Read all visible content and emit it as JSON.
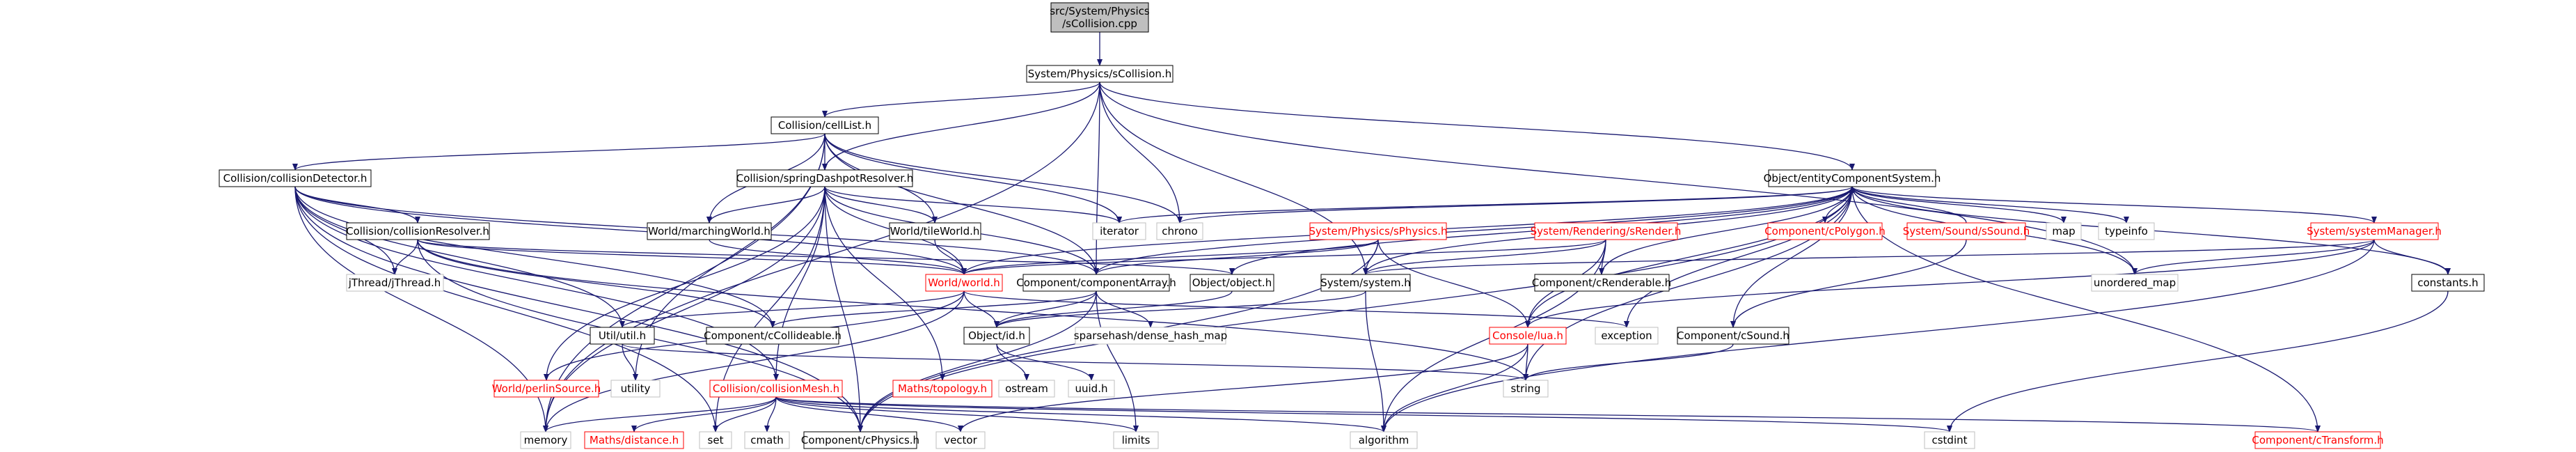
{
  "graph": {
    "title": "src/System/Physics/sCollision.cpp",
    "colors": {
      "root_fill": "#bfbfbf",
      "node_fill": "#ffffff",
      "node_stroke": "#000000",
      "missing_stroke": "#bfbfbf",
      "link_text": "#000000",
      "red_text": "#ff0000",
      "edge": "#191970"
    },
    "nodes": {
      "root": {
        "label_lines": [
          "src/System/Physics",
          "/sCollision.cpp"
        ]
      },
      "scollision": {
        "label": "System/Physics/sCollision.h"
      },
      "celllist": {
        "label": "Collision/cellList.h"
      },
      "collisiondetector": {
        "label": "Collision/collisionDetector.h"
      },
      "springdashpot": {
        "label": "Collision/springDashpotResolver.h"
      },
      "entitysystem": {
        "label": "Object/entityComponentSystem.h"
      },
      "collisionresolver": {
        "label": "Collision/collisionResolver.h"
      },
      "marchingworld": {
        "label": "World/marchingWorld.h"
      },
      "tileworld": {
        "label": "World/tileWorld.h"
      },
      "iterator": {
        "label": "iterator"
      },
      "chrono": {
        "label": "chrono"
      },
      "sphysics": {
        "label": "System/Physics/sPhysics.h"
      },
      "srender": {
        "label": "System/Rendering/sRender.h"
      },
      "cpolygon": {
        "label": "Component/cPolygon.h"
      },
      "ssound": {
        "label": "System/Sound/sSound.h"
      },
      "map": {
        "label": "map"
      },
      "typeinfo": {
        "label": "typeinfo"
      },
      "systemmanager": {
        "label": "System/systemManager.h"
      },
      "jthread": {
        "label": "jThread/jThread.h"
      },
      "world": {
        "label": "World/world.h"
      },
      "componentarray": {
        "label": "Component/componentArray.h"
      },
      "object": {
        "label": "Object/object.h"
      },
      "system": {
        "label": "System/system.h"
      },
      "crenderable": {
        "label": "Component/cRenderable.h"
      },
      "unorderedmap": {
        "label": "unordered_map"
      },
      "constants": {
        "label": "constants.h"
      },
      "util": {
        "label": "Util/util.h"
      },
      "ccollideable": {
        "label": "Component/cCollideable.h"
      },
      "objectid": {
        "label": "Object/id.h"
      },
      "sparsehash": {
        "label": "sparsehash/dense_hash_map"
      },
      "lua": {
        "label": "Console/lua.h"
      },
      "exception": {
        "label": "exception"
      },
      "csound": {
        "label": "Component/cSound.h"
      },
      "perlin": {
        "label": "World/perlinSource.h"
      },
      "utility": {
        "label": "utility"
      },
      "collisionmesh": {
        "label": "Collision/collisionMesh.h"
      },
      "topology": {
        "label": "Maths/topology.h"
      },
      "ostream": {
        "label": "ostream"
      },
      "uuid": {
        "label": "uuid.h"
      },
      "string": {
        "label": "string"
      },
      "memory": {
        "label": "memory"
      },
      "distance": {
        "label": "Maths/distance.h"
      },
      "set": {
        "label": "set"
      },
      "cmath": {
        "label": "cmath"
      },
      "cphysics": {
        "label": "Component/cPhysics.h"
      },
      "vector": {
        "label": "vector"
      },
      "limits": {
        "label": "limits"
      },
      "algorithm": {
        "label": "algorithm"
      },
      "cstdint": {
        "label": "cstdint"
      },
      "ctransform": {
        "label": "Component/cTransform.h"
      }
    }
  }
}
